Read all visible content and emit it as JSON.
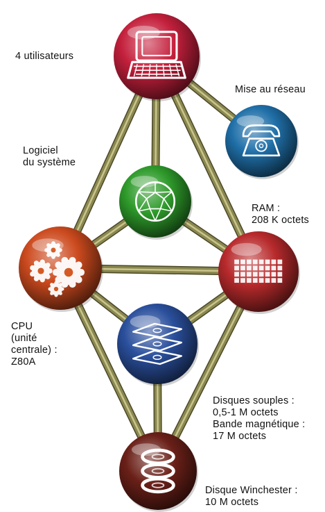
{
  "diagram": {
    "nodes": [
      {
        "id": "terminal",
        "icon": "computer-terminal-icon",
        "color": "#c4203c",
        "label_lines": [
          "4 utilisateurs"
        ]
      },
      {
        "id": "network",
        "icon": "telephone-icon",
        "color": "#1f6fa8",
        "label_lines": [
          "Mise au réseau"
        ]
      },
      {
        "id": "software",
        "icon": "geodesic-sphere-icon",
        "color": "#2e9a2a",
        "label_lines": [
          "Logiciel",
          "du système"
        ]
      },
      {
        "id": "ram",
        "icon": "memory-chip-grid-icon",
        "color": "#b82a2c",
        "label_lines": [
          "RAM :",
          "208 K octets"
        ]
      },
      {
        "id": "cpu",
        "icon": "gears-icon",
        "color": "#cc4a1e",
        "label_lines": [
          "CPU",
          "(unité",
          "centrale) :",
          "Z80A"
        ]
      },
      {
        "id": "floppy",
        "icon": "stacked-disks-icon",
        "color": "#2a4f9c",
        "label_lines": [
          "Disques souples :",
          "0,5-1 M octets",
          "Bande magnétique :",
          "17 M octets"
        ]
      },
      {
        "id": "winchester",
        "icon": "winchester-platters-icon",
        "color": "#6a2018",
        "label_lines": [
          "Disque Winchester :",
          "10 M octets"
        ]
      }
    ],
    "edges": [
      [
        "terminal",
        "cpu"
      ],
      [
        "terminal",
        "ram"
      ],
      [
        "terminal",
        "software"
      ],
      [
        "terminal",
        "network"
      ],
      [
        "software",
        "cpu"
      ],
      [
        "software",
        "ram"
      ],
      [
        "cpu",
        "ram"
      ],
      [
        "cpu",
        "floppy"
      ],
      [
        "cpu",
        "winchester"
      ],
      [
        "ram",
        "floppy"
      ],
      [
        "ram",
        "winchester"
      ],
      [
        "floppy",
        "winchester"
      ]
    ],
    "colors": {
      "rod": "#8a8850",
      "rod_highlight": "#d8d49a",
      "rod_shadow": "#4a4828",
      "icon_stroke": "#ffffff"
    }
  }
}
